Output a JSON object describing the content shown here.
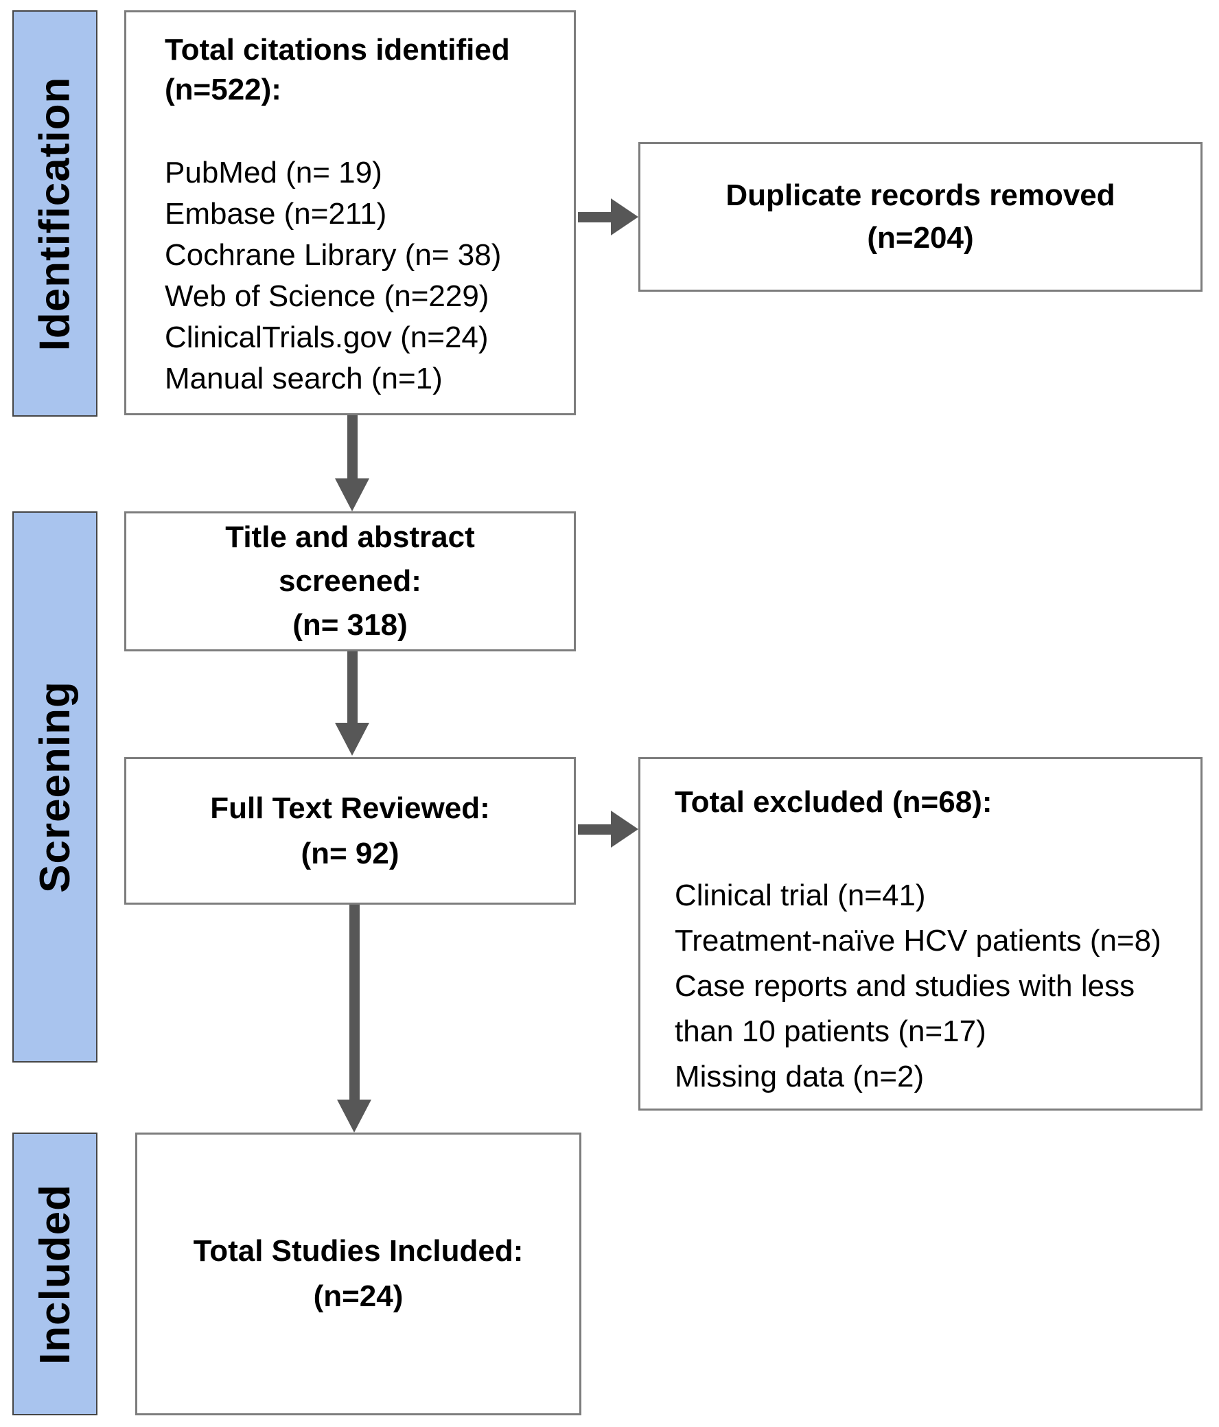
{
  "palette": {
    "stage_bar_fill": "#a9c4ee",
    "stage_bar_border": "#454545",
    "box_border": "#7d7d7d",
    "arrow": "#575757",
    "text": "#000000"
  },
  "stages": [
    {
      "label": "Identification"
    },
    {
      "label": "Screening"
    },
    {
      "label": "Included"
    }
  ],
  "boxes": {
    "identified": {
      "heading_lines": [
        "Total citations identified",
        "(n=522):"
      ],
      "sources": [
        "PubMed (n= 19)",
        "Embase (n=211)",
        "Cochrane Library (n= 38)",
        "Web of Science (n=229)",
        "ClinicalTrials.gov (n=24)",
        "Manual search (n=1)"
      ]
    },
    "duplicates": {
      "lines": [
        "Duplicate records removed",
        "(n=204)"
      ]
    },
    "screened": {
      "lines": [
        "Title and abstract",
        "screened:",
        "(n= 318)"
      ]
    },
    "full_text": {
      "lines": [
        "Full Text Reviewed:",
        "(n= 92)"
      ]
    },
    "excluded": {
      "heading": "Total excluded (n=68):",
      "reasons": [
        "Clinical trial (n=41)",
        "Treatment-naïve HCV patients (n=8)",
        "Case reports and studies with less than 10 patients (n=17)",
        "Missing data (n=2)"
      ]
    },
    "included_studies": {
      "lines": [
        "Total Studies Included:",
        "(n=24)"
      ]
    }
  }
}
